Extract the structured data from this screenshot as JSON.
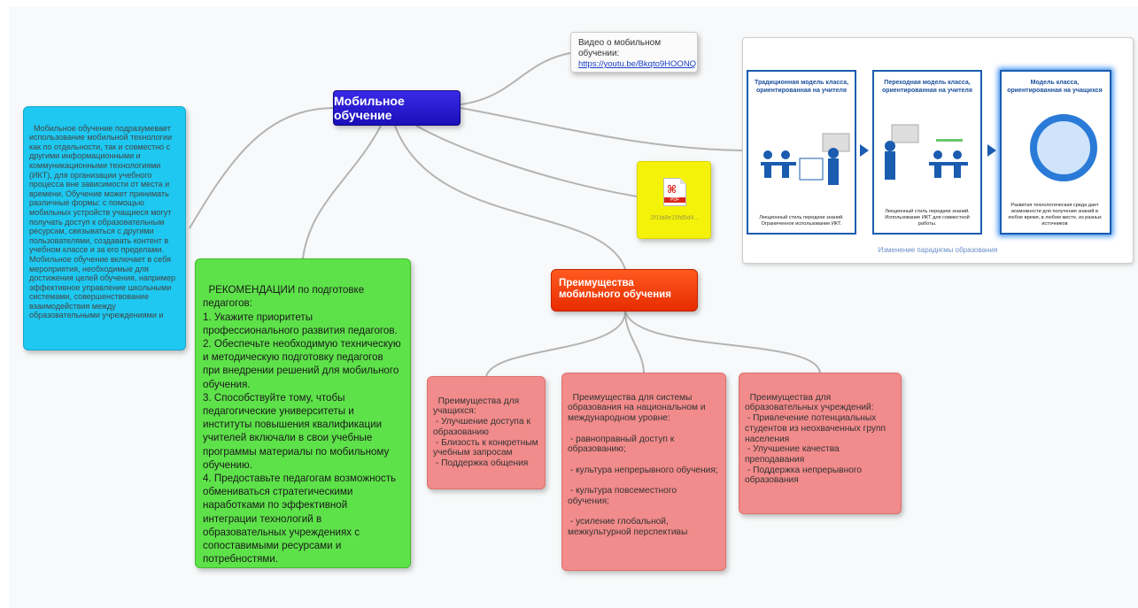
{
  "root": {
    "label": "Мобильное обучение"
  },
  "definition": {
    "text": "Мобильное обучение подразумевает использование мобильной технологии как по отдельности, так и совместно с другими информационными и коммуникационными технологиями (ИКТ), для организации учебного процесса вне зависимости от места и времени. Обучение может принимать различные формы: с помощью мобильных устройств учащиеся могут получать доступ к образовательным ресурсам, связываться с другими пользователями, создавать контент в учебном классе и за его пределами.\nМобильное обучение включает в себя мероприятия, необходимые для достижения целей обучения, например эффективное управление школьными системами, совершенствование взаимодействия между образовательными учреждениями и"
  },
  "recommendations": {
    "text": "РЕКОМЕНДАЦИИ по подготовке педагогов:\n1. Укажите приоритеты профессионального развития педагогов.\n2. Обеспечьте необходимую техническую и методическую подготовку педагогов при внедрении решений для мобильного обучения.\n3. Способствуйте тому, чтобы педагогические университеты и институты повышения квалификации учителей включали в свои учебные программы материалы по мобильному обучению.\n4. Предоставьте педагогам возможность обмениваться стратегическими наработками по эффективной интеграции технологий в образовательных учреждениях с сопоставимыми ресурсами и потребностями."
  },
  "video": {
    "label": "Видео о мобильном обучении:",
    "link": "https://youtu.be/Bkqto9HOONQ"
  },
  "pdf": {
    "filename": "2f1fa8e15fd5d4...",
    "icon": "pdf-icon"
  },
  "advantages": {
    "label": "Преимущества мобильного обучения"
  },
  "students": {
    "text": "Преимущества для учащихся:\n - Улучшение доступа к образованию\n - Близость к конкретным учебным запросам\n - Поддержка общения"
  },
  "system": {
    "text": "Преимущества для системы образования на национальном и международном уровне:\n\n - равноправный доступ к образованию;\n\n - культура непрерывного обучения;\n\n - культура повсеместного обучения;\n\n - усиление глобальной, межкультурной перспективы"
  },
  "institutions": {
    "text": "Преимущества для образовательных учреждений:\n - Привлечение потенциальных студентов из неохваченных групп населения\n - Улучшение качества преподавания\n - Поддержка непрерывного образования"
  },
  "image_panel": {
    "caption": "Изменение парадигмы образования",
    "models": [
      {
        "title": "Традиционная модель класса, ориентированная на учителя",
        "foot": "Лекционный стиль передачи знаний. Ограниченное использование ИКТ."
      },
      {
        "title": "Переходная модель класса, ориентированная на учителя",
        "foot": "Лекционный стиль передачи знаний. Использование ИКТ для совместной работы."
      },
      {
        "title": "Модель класса, ориентированная на учащихся",
        "foot": "Развитая технологическая среда дает возможности для получения знаний в любое время, в любом месте, из разных источников"
      }
    ]
  },
  "colors": {
    "root": "#1a0fb8",
    "definition": "#1ec8f0",
    "recommendations": "#5ee24a",
    "pdf": "#f5f20a",
    "advantages": "#e82c00",
    "benefit": "#f28b8b",
    "edge": "#b0b0b0"
  }
}
